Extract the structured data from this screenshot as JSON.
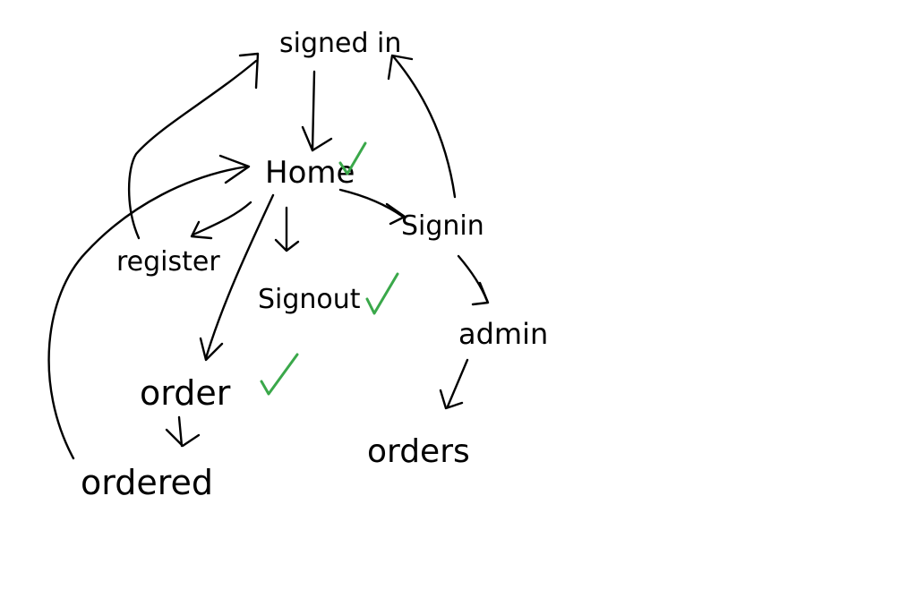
{
  "colors": {
    "background": "#ffffff",
    "ink": "#000000",
    "check": "#3aa84a"
  },
  "nodes": {
    "signed_in": "signed in",
    "home": "Home",
    "register": "register",
    "signout": "Signout",
    "signin": "Signin",
    "order": "order",
    "ordered": "ordered",
    "admin": "admin",
    "orders": "orders"
  },
  "done": {
    "home": true,
    "signout": true,
    "order": true
  },
  "edges": [
    {
      "from": "signed_in",
      "to": "home"
    },
    {
      "from": "home",
      "to": "register"
    },
    {
      "from": "home",
      "to": "signout"
    },
    {
      "from": "home",
      "to": "order"
    },
    {
      "from": "home",
      "to": "signin"
    },
    {
      "from": "register",
      "to": "signed_in"
    },
    {
      "from": "signin",
      "to": "signed_in"
    },
    {
      "from": "signin",
      "to": "admin"
    },
    {
      "from": "order",
      "to": "ordered"
    },
    {
      "from": "ordered",
      "to": "home"
    },
    {
      "from": "admin",
      "to": "orders"
    }
  ]
}
